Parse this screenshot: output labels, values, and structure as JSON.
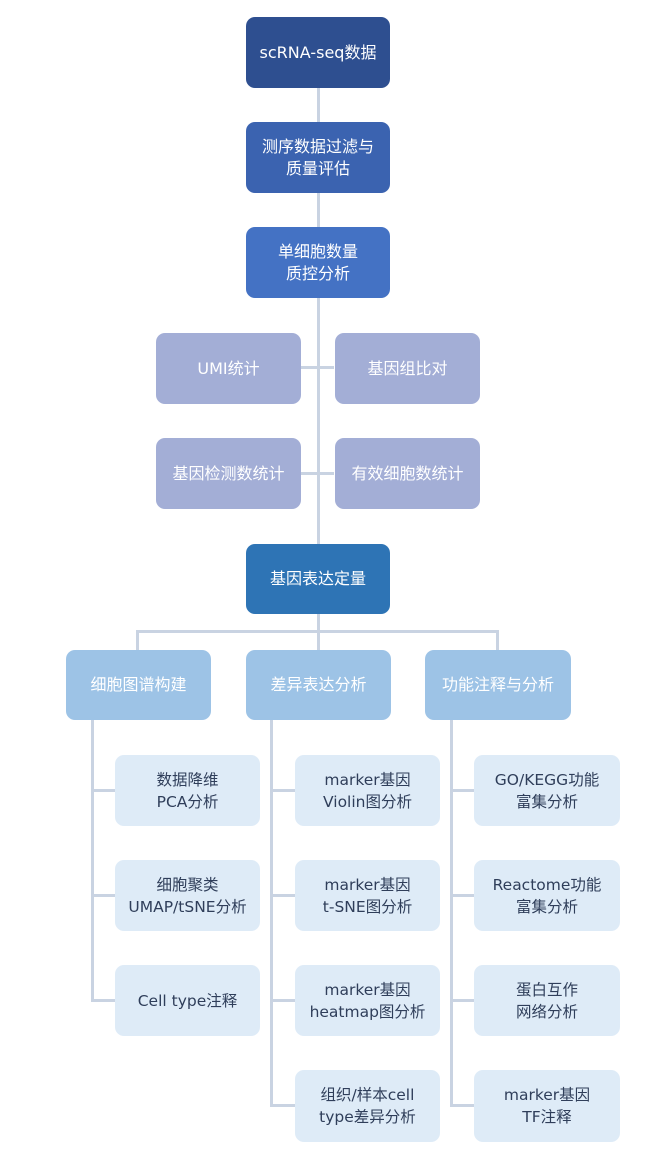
{
  "top": {
    "raw": "scRNA-seq数据",
    "filter": "测序数据过滤与\n质量评估",
    "qc": "单细胞数量\n质控分析"
  },
  "qc_children": {
    "umi": "UMI统计",
    "align": "基因组比对",
    "gene_detect": "基因检测数统计",
    "valid_cells": "有效细胞数统计"
  },
  "expression": "基因表达定量",
  "branches": [
    {
      "label": "细胞图谱构建",
      "items": [
        "数据降维\nPCA分析",
        "细胞聚类\nUMAP/tSNE分析",
        "Cell type注释"
      ]
    },
    {
      "label": "差异表达分析",
      "items": [
        "marker基因\nViolin图分析",
        "marker基因\nt-SNE图分析",
        "marker基因\nheatmap图分析",
        "组织/样本cell\ntype差异分析"
      ]
    },
    {
      "label": "功能注释与分析",
      "items": [
        "GO/KEGG功能\n富集分析",
        "Reactome功能\n富集分析",
        "蛋白互作\n网络分析",
        "marker基因\nTF注释"
      ]
    }
  ]
}
